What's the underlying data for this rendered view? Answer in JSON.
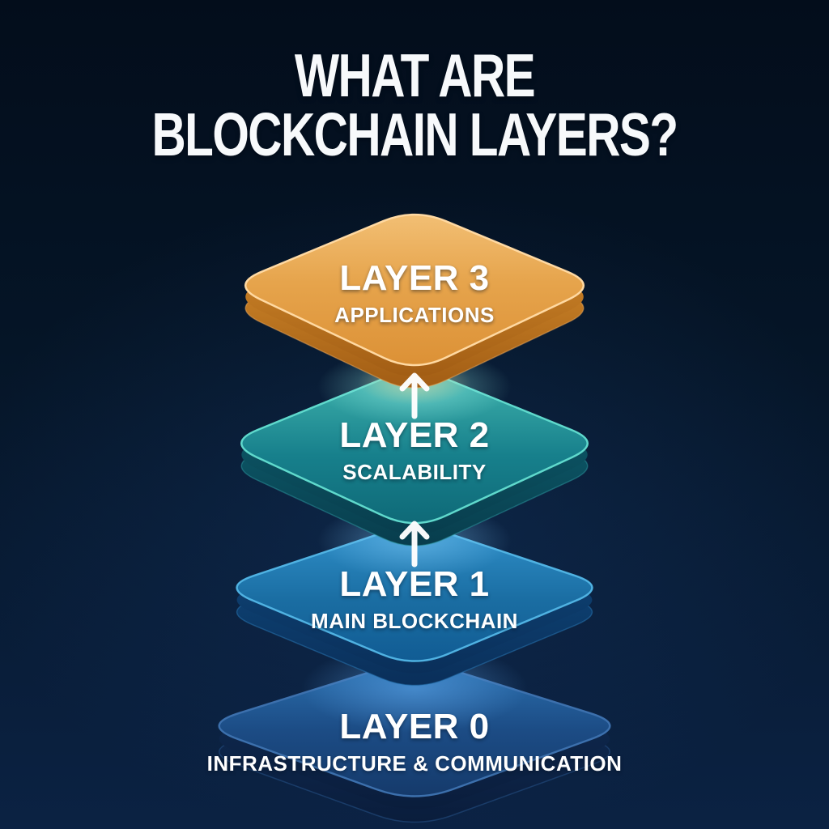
{
  "title": {
    "line1": "WHAT ARE",
    "line2": "BLOCKCHAIN LAYERS?"
  },
  "layers": [
    {
      "name": "LAYER 3",
      "subtitle": "APPLICATIONS",
      "accent_color": "#e8a44b"
    },
    {
      "name": "LAYER 2",
      "subtitle": "SCALABILITY",
      "accent_color": "#1d8a93"
    },
    {
      "name": "LAYER 1",
      "subtitle": "MAIN BLOCKCHAIN",
      "accent_color": "#1a6da2"
    },
    {
      "name": "LAYER 0",
      "subtitle": "INFRASTRUCTURE & COMMUNICATION",
      "accent_color": "#1c4c85"
    }
  ],
  "arrows": [
    {
      "icon": "arrow-up",
      "from": "LAYER 2",
      "to": "LAYER 3"
    },
    {
      "icon": "arrow-up",
      "from": "LAYER 1",
      "to": "LAYER 2"
    }
  ],
  "colors": {
    "background": "#061830",
    "text": "#ffffff"
  }
}
